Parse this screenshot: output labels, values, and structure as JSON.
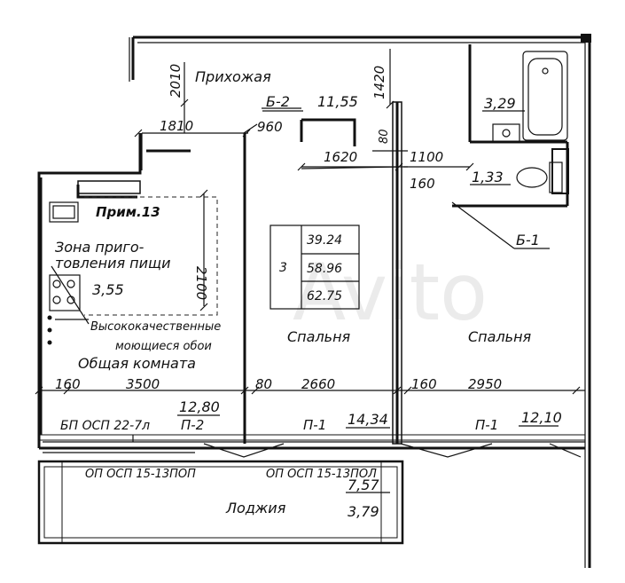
{
  "labels": {
    "hallway": "Прихожая",
    "dim_2010": "2010",
    "dim_1810": "1810",
    "b2": "Б-2",
    "hall_area": "11,55",
    "dim_960": "960",
    "dim_1420": "1420",
    "dim_80_top": "80",
    "dim_1620": "1620",
    "dim_1100": "1100",
    "dim_160_mid": "160",
    "bath_area": "3,29",
    "wc_area": "1,33",
    "b1": "Б-1",
    "note": "Прим.13",
    "kitchen_zone_1": "Зона приго-",
    "kitchen_zone_2": "товления пищи",
    "kitchen_area": "3,55",
    "dim_2100": "2100",
    "wallpaper_1": "Высококачественные",
    "wallpaper_2": "моющиеся обои",
    "living_room": "Общая комната",
    "bedroom_1": "Спальня",
    "bedroom_2": "Спальня",
    "dim_160_left": "160",
    "dim_3500": "3500",
    "dim_80_bottom": "80",
    "dim_2660": "2660",
    "dim_160_right": "160",
    "dim_2950": "2950",
    "living_area": "12,80",
    "living_ref": "П-2",
    "bed1_ref": "П-1",
    "bed1_area": "14,34",
    "bed2_ref": "П-1",
    "bed2_area": "12,10",
    "bp_label": "БП ОСП 22-7л",
    "op_left": "ОП ОСП 15-13ПОП",
    "op_right": "ОП ОСП 15-13ПОЛ",
    "loggia_area_1": "7,57",
    "loggia": "Лоджия",
    "loggia_area_2": "3,79",
    "watermark": "Avito"
  },
  "table": {
    "rooms": "3",
    "living": "39.24",
    "total": "58.96",
    "total_with_loggia": "62.75"
  }
}
